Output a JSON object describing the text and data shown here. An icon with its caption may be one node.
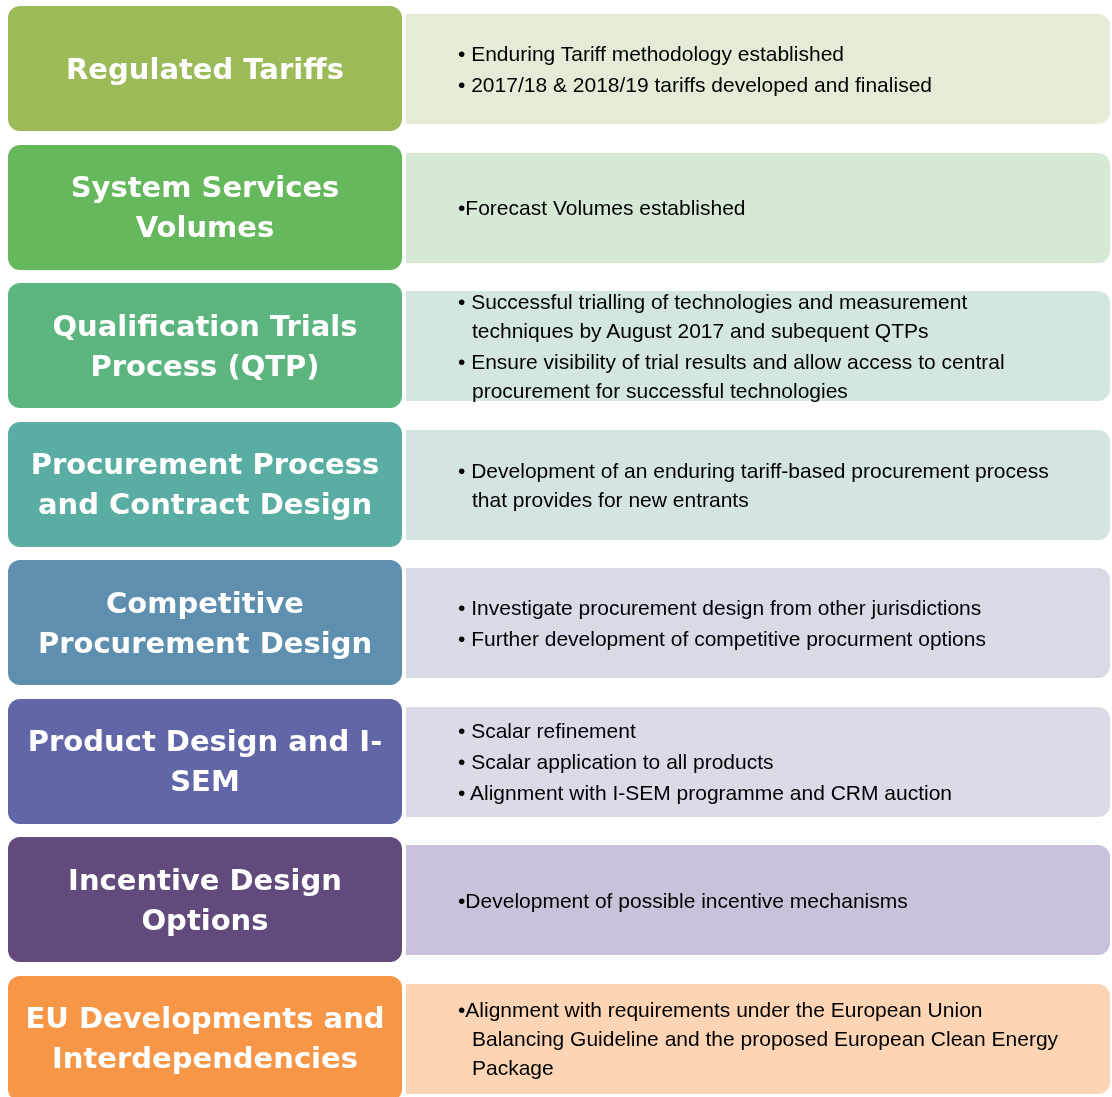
{
  "diagram": {
    "nodes": [
      {
        "text": [
          "Regulated Tariffs"
        ]
      },
      {
        "text": [
          "• Enduring Tariff methodology established",
          "• 2017/18 & 2018/19 tariffs developed and finalised"
        ]
      },
      {
        "text": [
          "System Services Volumes"
        ]
      },
      {
        "text": [
          "•Forecast Volumes established"
        ]
      },
      {
        "text": [
          "Qualification Trials Process (QTP)"
        ]
      },
      {
        "text": [
          "• Successful trialling of technologies and measurement techniques by August 2017 and subequent QTPs",
          "• Ensure visibility of trial results and allow access to central procurement for successful technologies"
        ]
      },
      {
        "text": [
          "Procurement Process and Contract Design"
        ]
      },
      {
        "text": [
          "• Development of an enduring tariff-based procurement process that provides for new entrants"
        ]
      },
      {
        "text": [
          "Competitive Procurement Design"
        ]
      },
      {
        "text": [
          "• Investigate procurement design from other jurisdictions",
          "• Further development of competitive procurment options"
        ]
      },
      {
        "text": [
          "Product Design and I-SEM"
        ]
      },
      {
        "text": [
          "• Scalar refinement",
          "• Scalar application to all products",
          "• Alignment with I-SEM programme and CRM auction"
        ]
      },
      {
        "text": [
          "Incentive Design Options"
        ]
      },
      {
        "text": [
          "•Development of possible incentive mechanisms"
        ]
      },
      {
        "text": [
          "EU Developments and Interdependencies"
        ]
      },
      {
        "text": [
          "•Alignment with requirements under the European Union Balancing Guideline and the proposed European Clean Energy Package"
        ]
      }
    ],
    "edges": []
  }
}
